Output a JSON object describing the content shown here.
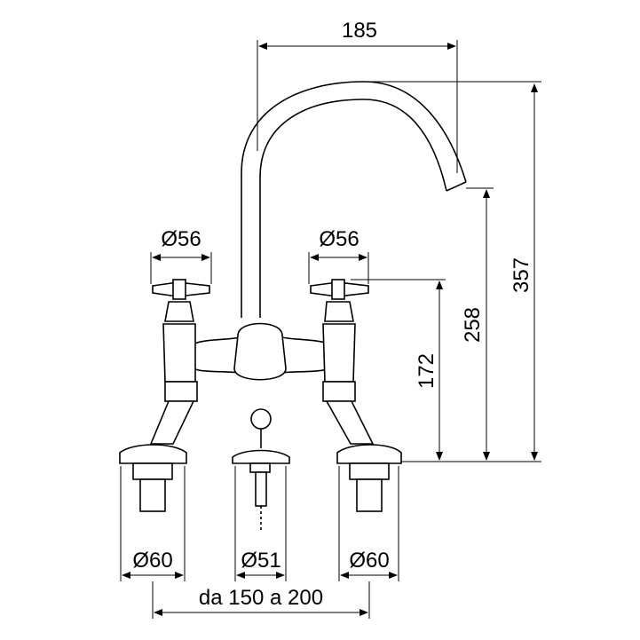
{
  "title": "Bridge mixer technical drawing",
  "dimensions": {
    "spout_reach": "185",
    "total_height": "357",
    "spout_outlet_height": "258",
    "handle_height": "172",
    "handle_left_diameter": "Ø56",
    "handle_right_diameter": "Ø56",
    "base_left_diameter": "Ø60",
    "base_center_diameter": "Ø51",
    "base_right_diameter": "Ø60",
    "center_distance": "da 150 a 200"
  },
  "colors": {
    "line": "#000000",
    "background": "#ffffff"
  }
}
